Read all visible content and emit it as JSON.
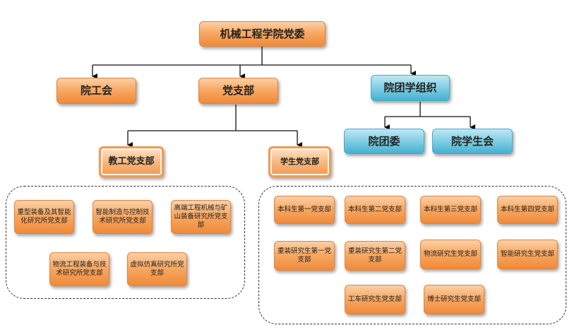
{
  "root": "机械工程学院党委",
  "level2": {
    "union": "院工会",
    "party_branch": "党支部",
    "youth_league": "院团学组织"
  },
  "party": {
    "faculty": "教工党支部",
    "student": "学生党支部"
  },
  "league": {
    "committee": "院团委",
    "student_union": "院学生会"
  },
  "faculty_branches": [
    "重型装备及其智能化研究所党支部",
    "智能制造与控制技术研究所党支部",
    "高端工程机械与矿山装备研究所党支部",
    "物流工程装备与技术研究所党支部",
    "虚拟仿真研究所党支部"
  ],
  "student_branches": [
    "本科生第一党支部",
    "本科生第二党支部",
    "本科生第三党支部",
    "本科生第四党支部",
    "重装研究生第一党支部",
    "重装研究生第二党支部",
    "物流研究生党支部",
    "智能研究生党支部",
    "工车研究生党支部",
    "博士研究生党支部"
  ]
}
